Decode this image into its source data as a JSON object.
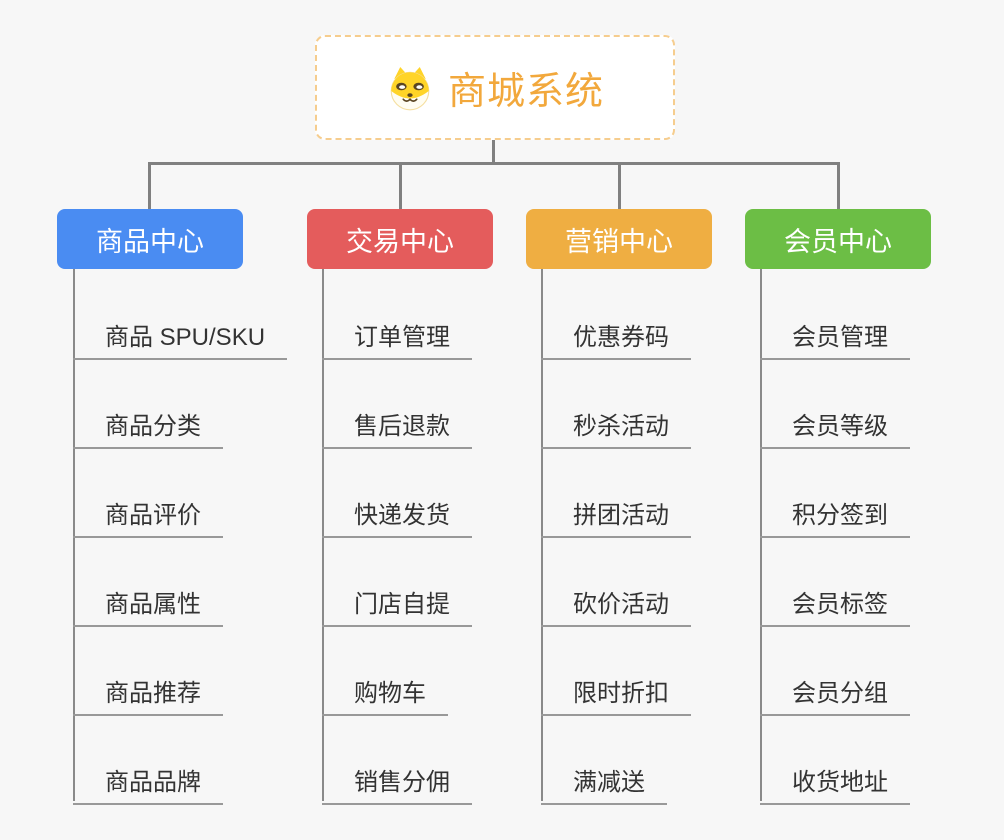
{
  "root": {
    "title": "商城系统",
    "icon": "shiba-dog-icon",
    "text_color": "#f2a83c",
    "border_color": "#f6cd8e"
  },
  "branches": [
    {
      "label": "商品中心",
      "color": "#4a8cf2",
      "items": [
        "商品 SPU/SKU",
        "商品分类",
        "商品评价",
        "商品属性",
        "商品推荐",
        "商品品牌"
      ]
    },
    {
      "label": "交易中心",
      "color": "#e45c5c",
      "items": [
        "订单管理",
        "售后退款",
        "快递发货",
        "门店自提",
        "购物车",
        "销售分佣"
      ]
    },
    {
      "label": "营销中心",
      "color": "#efae42",
      "items": [
        "优惠券码",
        "秒杀活动",
        "拼团活动",
        "砍价活动",
        "限时折扣",
        "满减送"
      ]
    },
    {
      "label": "会员中心",
      "color": "#6cbe45",
      "items": [
        "会员管理",
        "会员等级",
        "积分签到",
        "会员标签",
        "会员分组",
        "收货地址"
      ]
    }
  ],
  "connector_color": "#808080"
}
